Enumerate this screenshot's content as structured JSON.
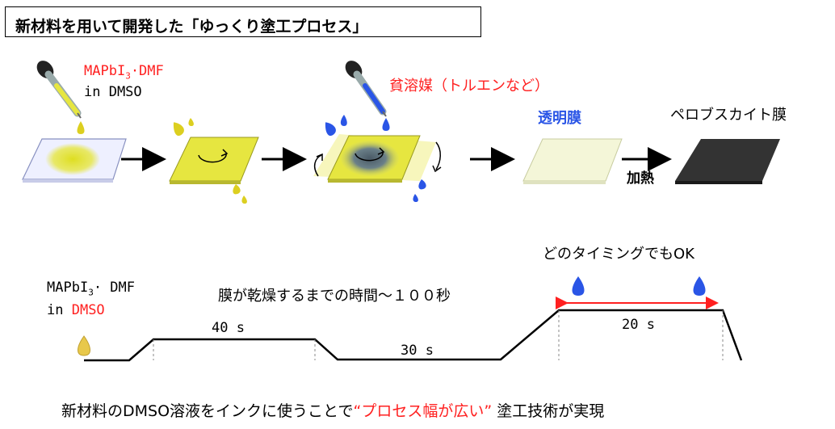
{
  "title": "新材料を用いて開発した「ゆっくり塗工プロセス」",
  "top": {
    "solute": "MAPbI",
    "solute_sub": "3",
    "solute_tail": "·DMF",
    "solvent": "in DMSO",
    "poor_solvent": "貧溶媒（トルエンなど）",
    "transparent_film": "透明膜",
    "perovskite_film": "ペロブスカイト膜",
    "heating": "加熱"
  },
  "timeline": {
    "solute": "MAPbI",
    "solute_sub": "3",
    "solute_tail": "· DMF",
    "solvent_in": "in ",
    "solvent_name": "DMSO",
    "dry_time": "膜が乾燥するまでの時間～１００秒",
    "any_timing": "どのタイミングでもOK",
    "step1": "40 s",
    "step2": "30 s",
    "step3": "20 s"
  },
  "footer": {
    "before": "新材料のDMSO溶液をインクに使うことで",
    "highlight": "“プロセス幅が広い”",
    "after": " 塗工技術が実現"
  },
  "colors": {
    "red": "#ff2020",
    "blue": "#2a55e6",
    "yellow": "#e6e640",
    "dark_film": "#333333"
  }
}
